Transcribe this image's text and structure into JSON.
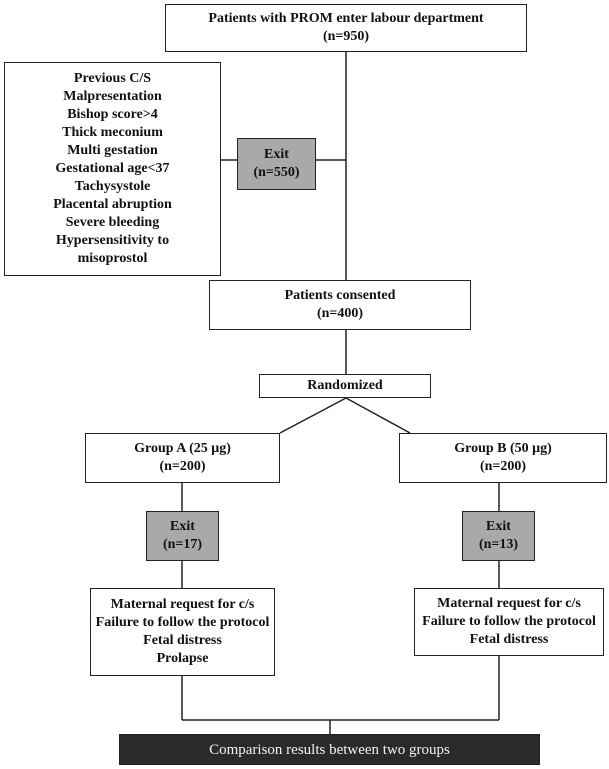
{
  "top": {
    "lines": [
      "Patients with PROM enter labour department",
      "(n=950)"
    ]
  },
  "criteria": {
    "items": [
      "Previous C/S",
      "Malpresentation",
      "Bishop score>4",
      "Thick meconium",
      "Multi gestation",
      "Gestational age<37",
      "Tachysystole",
      "Placental abruption",
      "Severe bleeding",
      "Hypersensitivity to",
      "misoprostol"
    ]
  },
  "exit_main": {
    "lines": [
      "Exit",
      "(n=550)"
    ]
  },
  "consented": {
    "lines": [
      "Patients consented",
      "(n=400)"
    ]
  },
  "randomized": {
    "label": "Randomized"
  },
  "group_a": {
    "lines": [
      "Group A (25 μg)",
      "(n=200)"
    ],
    "exit": [
      "Exit",
      "(n=17)"
    ],
    "reasons": [
      "Maternal request for c/s",
      "Failure to follow the protocol",
      "Fetal distress",
      "Prolapse"
    ]
  },
  "group_b": {
    "lines": [
      "Group B (50 μg)",
      "(n=200)"
    ],
    "exit": [
      "Exit",
      "(n=13)"
    ],
    "reasons": [
      "Maternal request for c/s",
      "Failure to follow the protocol",
      "Fetal distress"
    ]
  },
  "comparison": {
    "label": "Comparison results between two groups"
  },
  "colors": {
    "exit_fill": "#a9a9a9",
    "comparison_fill": "#2a2a2a",
    "line": "#222222"
  }
}
